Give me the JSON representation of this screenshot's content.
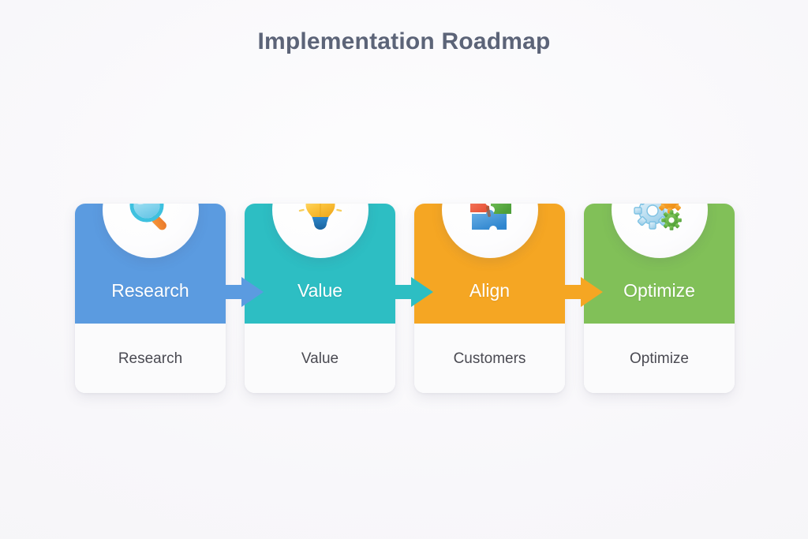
{
  "page": {
    "title": "Implementation Roadmap",
    "background_color": "#f8f7fa",
    "title_color": "#5c6478"
  },
  "roadmap": {
    "steps": [
      {
        "header_label": "Research",
        "footer_label": "Research",
        "color": "#5b9be0",
        "icon": "magnifying-glass-icon",
        "arrow_color": "#5b9be0"
      },
      {
        "header_label": "Value",
        "footer_label": "Value",
        "color": "#2dbec3",
        "icon": "lightbulb-icon",
        "arrow_color": "#2dbec3"
      },
      {
        "header_label": "Align",
        "footer_label": "Customers",
        "color": "#f5a623",
        "icon": "puzzle-pieces-icon",
        "arrow_color": "#f5a623"
      },
      {
        "header_label": "Optimize",
        "footer_label": "Optimize",
        "color": "#81c058",
        "icon": "gears-icon",
        "arrow_color": null
      }
    ]
  }
}
